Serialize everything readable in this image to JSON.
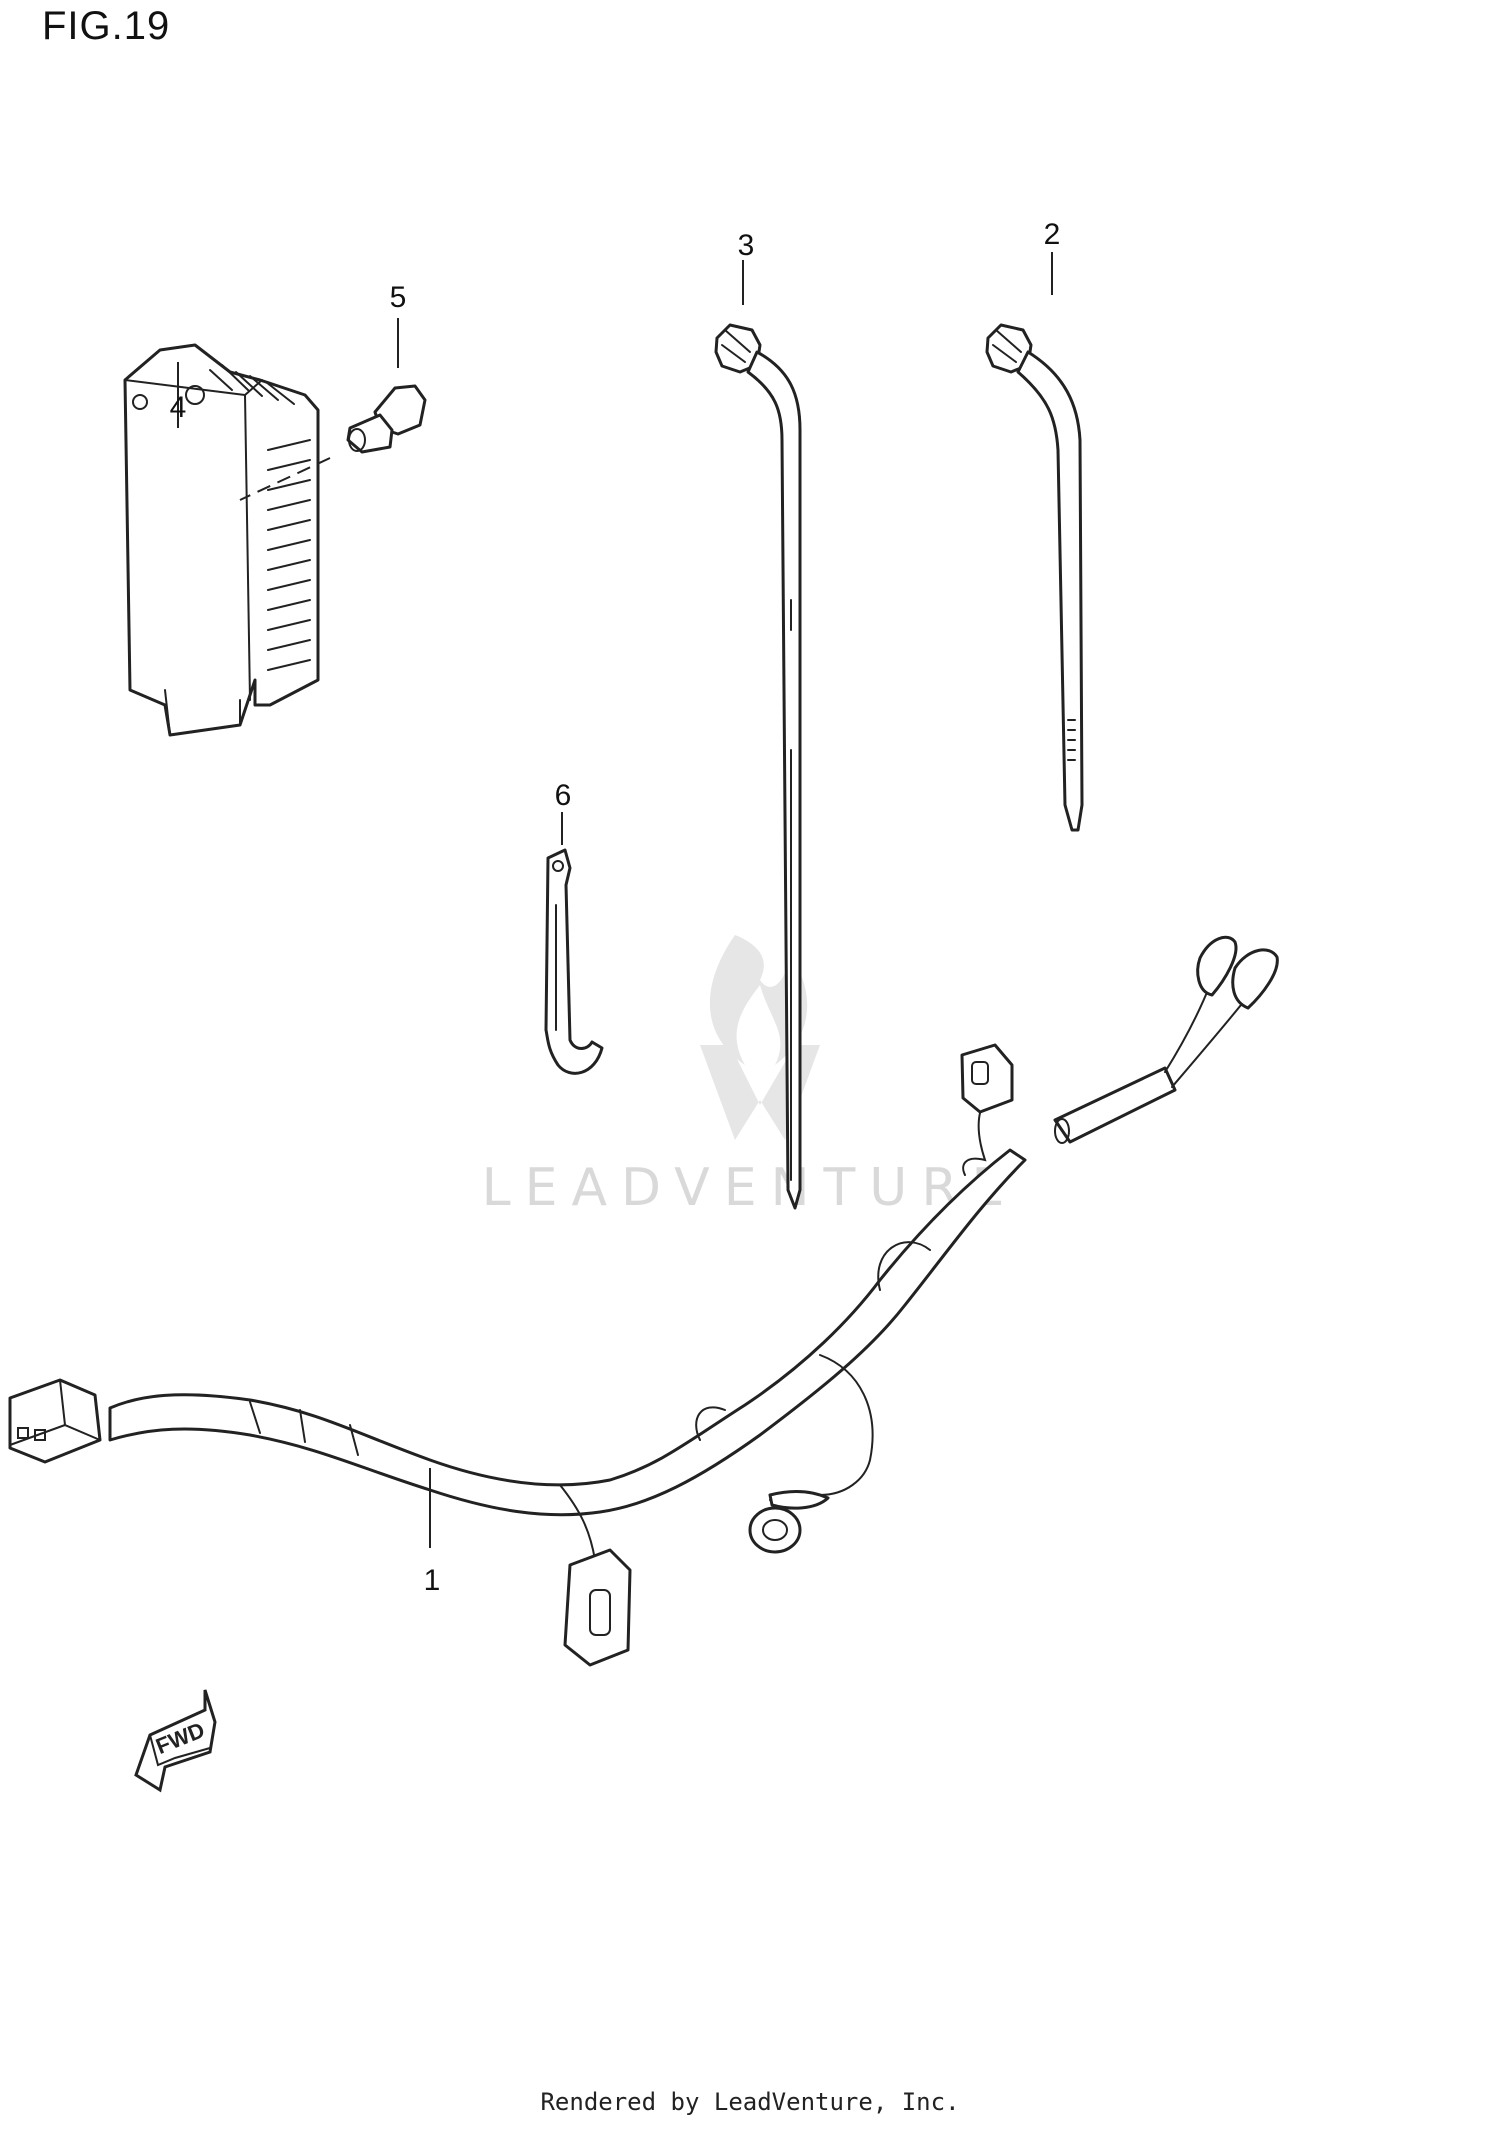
{
  "figure_title": "FIG.19",
  "callouts": [
    {
      "id": "1",
      "label": "1"
    },
    {
      "id": "2",
      "label": "2"
    },
    {
      "id": "3",
      "label": "3"
    },
    {
      "id": "4",
      "label": "4"
    },
    {
      "id": "5",
      "label": "5"
    },
    {
      "id": "6",
      "label": "6"
    }
  ],
  "watermark": {
    "text": "LEADVENTURE",
    "color": "#d9d9d9"
  },
  "direction_arrow": {
    "label": "FWD"
  },
  "footer": "Rendered by LeadVenture, Inc."
}
